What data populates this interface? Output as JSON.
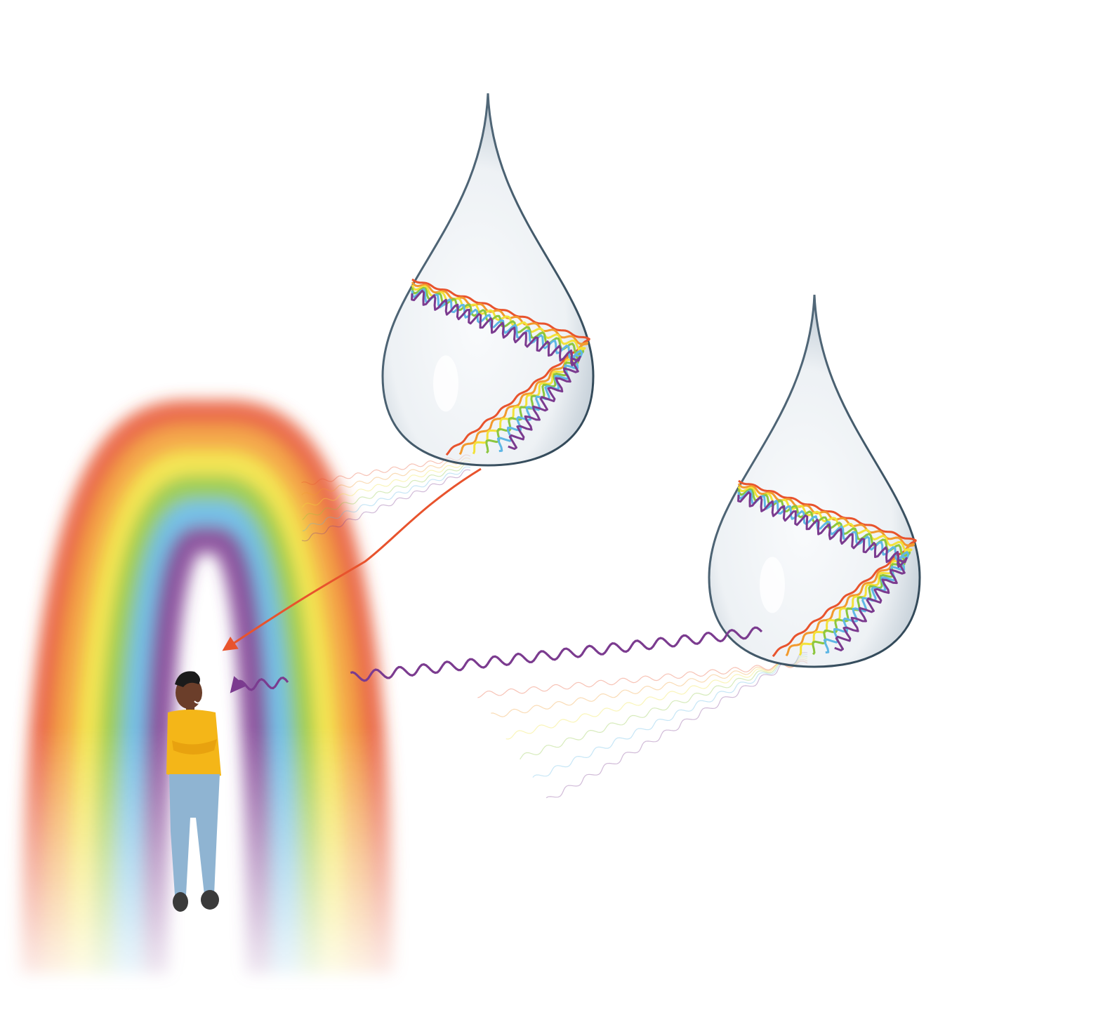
{
  "colors": {
    "background": "#ffffff",
    "red": "#e8532d",
    "orange": "#f29a2e",
    "yellow": "#f2e23a",
    "green": "#8cc63f",
    "blue": "#5fb7e5",
    "violet": "#7b3b8f",
    "skin": "#6b3e2a",
    "sweater": "#f4b618",
    "jeans": "#8fb4d2",
    "shoes": "#3a3a3a"
  },
  "rainbow": {
    "bands": [
      "red",
      "orange",
      "yellow",
      "green",
      "blue",
      "violet"
    ]
  },
  "droplets": [
    {
      "name": "upper-droplet",
      "exiting_ray": "red"
    },
    {
      "name": "lower-droplet",
      "exiting_ray": "violet"
    }
  ],
  "observer": {
    "icon": "person-looking-up"
  },
  "icons": [
    "raindrop-icon",
    "rainbow-icon",
    "person-icon",
    "arrow-icon"
  ]
}
